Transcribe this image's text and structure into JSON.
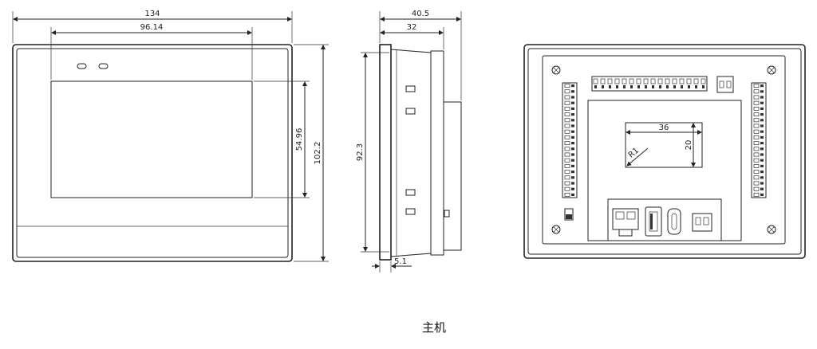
{
  "front": {
    "width_dim": "134",
    "screen_width_dim": "96.14",
    "screen_height_dim": "54.96",
    "height_dim": "102.2"
  },
  "side": {
    "depth_dim": "40.5",
    "body_depth_dim": "32",
    "height_dim": "92.3",
    "bezel_dim": "5.1"
  },
  "rear": {
    "cutout_width_dim": "36",
    "cutout_height_dim": "20",
    "radius_dim": "R1"
  },
  "caption": "主机"
}
